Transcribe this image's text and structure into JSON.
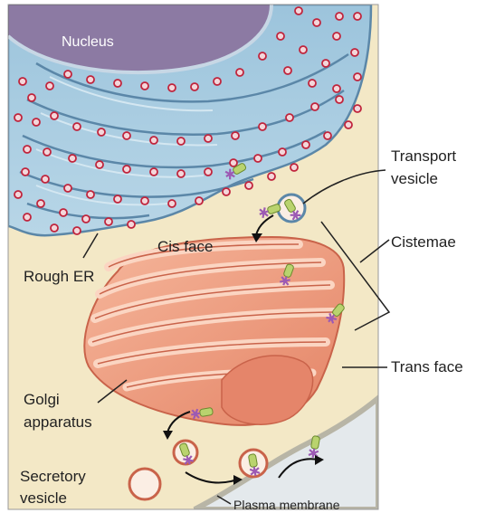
{
  "labels": {
    "nucleus": "Nucleus",
    "transport_vesicle_line1": "Transport",
    "transport_vesicle_line2": "vesicle",
    "cis_face": "Cis face",
    "cistemae": "Cistemae",
    "rough_er": "Rough ER",
    "trans_face": "Trans face",
    "golgi_line1": "Golgi",
    "golgi_line2": "apparatus",
    "secretory_line1": "Secretory",
    "secretory_line2": "vesicle",
    "plasma_membrane": "Plasma membrane"
  },
  "colors": {
    "cytoplasm": "#f3e8c6",
    "nucleus": "#8c7aa3",
    "er_fill": "#a9cbe0",
    "er_stroke": "#5b87a8",
    "ribosome": "#c0243c",
    "golgi_fill": "#f2a98c",
    "golgi_dark": "#e58769",
    "golgi_light": "#f9cdb7",
    "golgi_stroke": "#c9634a",
    "vesicle_cargo": "#b9d36e",
    "protein": "#9c5ab4",
    "membrane": "#d9d6c8"
  }
}
